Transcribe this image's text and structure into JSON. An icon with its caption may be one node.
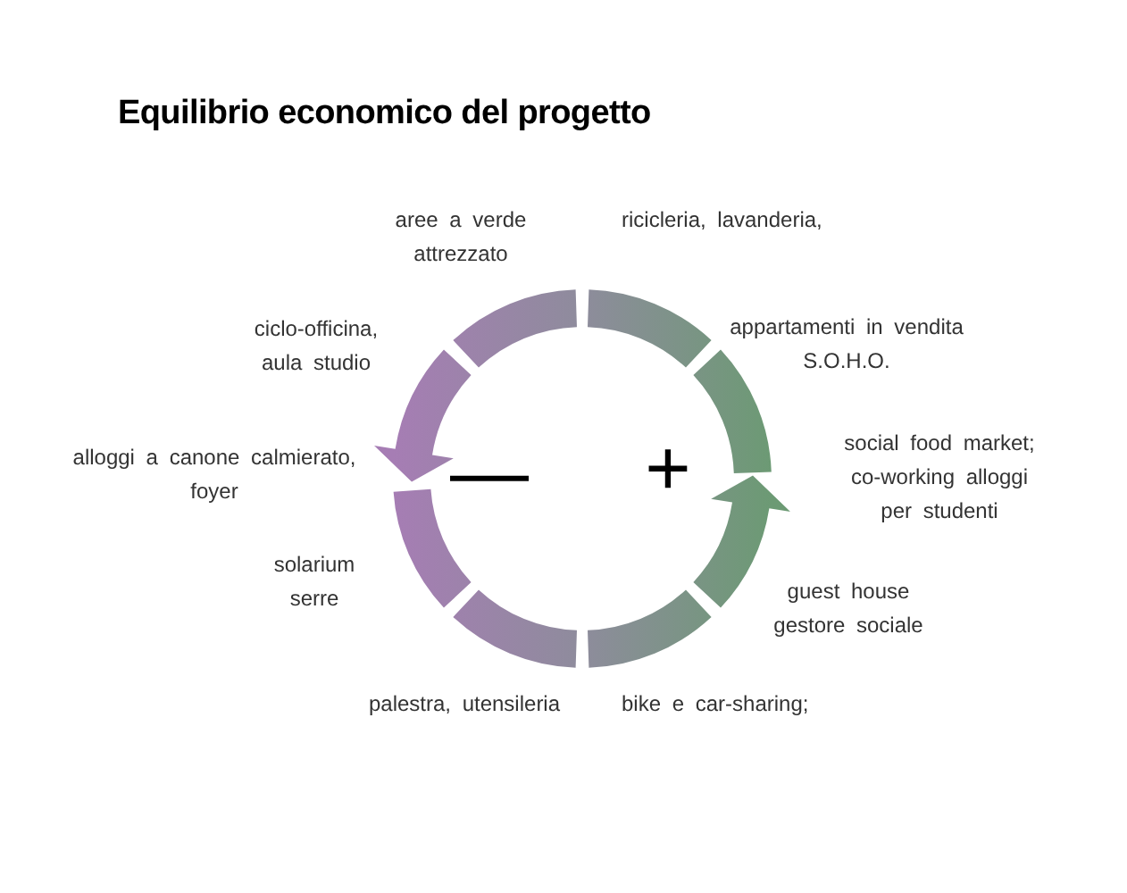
{
  "diagram": {
    "title": "Equilibrio economico del progetto",
    "labels": [
      "aree a verde attrezzato",
      "ricicleria, lavanderia,",
      "ciclo-officina, aula studio",
      "appartamenti in vendita S.O.H.O.",
      "alloggi a canone calmierato, foyer",
      "—",
      "+",
      "social food market; co-working alloggi per studenti",
      "solarium serre",
      "guest house gestore sociale",
      "palestra, utensileria",
      "bike e car-sharing;"
    ]
  }
}
